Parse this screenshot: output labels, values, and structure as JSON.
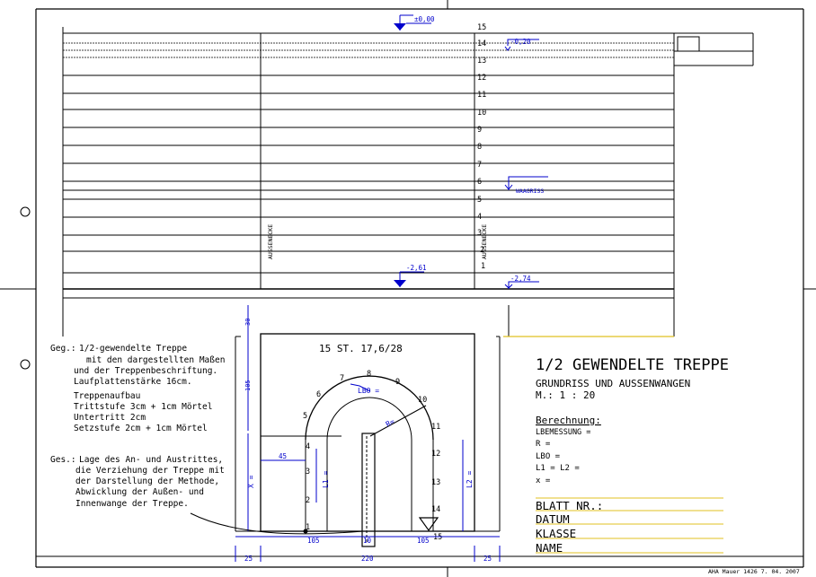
{
  "elevation": {
    "levels": {
      "top": "±0,00",
      "sub": "-0,20",
      "waagriss": "WAAGRISS",
      "low": "-2,61",
      "bottom": "-2,74"
    },
    "wall_label_left": "AUSSENECKE",
    "wall_label_right": "AUSSENECKE",
    "step_numbers": [
      "15",
      "14",
      "13",
      "12",
      "11",
      "10",
      "9",
      "8",
      "7",
      "6",
      "5",
      "4",
      "3",
      "2",
      "1"
    ]
  },
  "plan": {
    "title": "15 ST. 17,6/28",
    "steps": [
      "1",
      "2",
      "3",
      "4",
      "5",
      "6",
      "7",
      "8",
      "9",
      "10",
      "11",
      "12",
      "13",
      "14",
      "15"
    ],
    "labels": {
      "lbo": "LBO =",
      "r": "R=",
      "l1": "L1 =",
      "l2": "L2 =",
      "x": "X ="
    },
    "dims": {
      "d30": "30",
      "d105": "105",
      "d45": "45",
      "d105a": "105",
      "d10": "10",
      "d105b": "105",
      "d25a": "25",
      "d220": "220",
      "d25b": "25"
    }
  },
  "given": {
    "prefix": "Geg.:",
    "lines": [
      "1/2-gewendelte Treppe",
      "mit den dargestellten Maßen",
      "und der Treppenbeschriftung.",
      "Laufplattenstärke 16cm."
    ],
    "build_title": "Treppenaufbau",
    "build": [
      "Trittstufe 3cm + 1cm Mörtel",
      "Untertritt 2cm",
      "Setzstufe 2cm + 1cm Mörtel"
    ]
  },
  "sought": {
    "prefix": "Ges.:",
    "lines": [
      "Lage des An- und Austrittes,",
      "die Verziehung der Treppe mit",
      "der Darstellung der Methode,",
      "Abwicklung der Außen- und",
      "Innenwange der Treppe."
    ]
  },
  "titleblock": {
    "title": "1/2 GEWENDELTE TREPPE",
    "subtitle": "GRUNDRISS UND AUSSENWANGEN",
    "scale": "M.: 1 : 20",
    "calc_title": "Berechnung:",
    "calc": [
      "LBEMESSUNG =",
      "R =",
      "LBO =",
      "L1 = L2 =",
      "x ="
    ],
    "fields": [
      "BLATT NR.:",
      "DATUM",
      "KLASSE",
      "NAME"
    ]
  },
  "footer": "AHA Mauer 1426  7. 04. 2007"
}
